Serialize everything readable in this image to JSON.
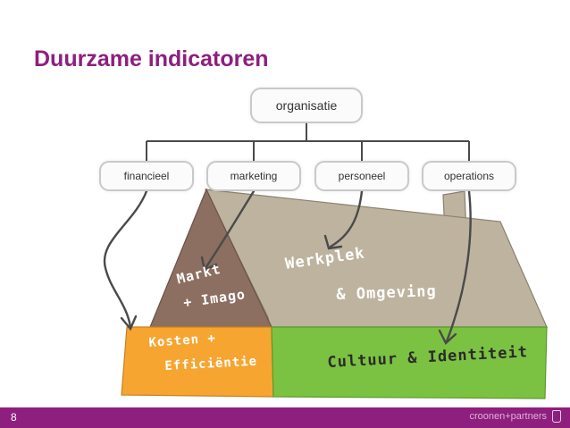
{
  "title": "Duurzame indicatoren",
  "organisation_box": "organisatie",
  "departments": [
    "financieel",
    "marketing",
    "personeel",
    "operations"
  ],
  "house": {
    "markt_line1": "Markt",
    "markt_line2": "+ Imago",
    "werkplek_line1": "Werkplek",
    "werkplek_line2": "& Omgeving",
    "kosten_line1": "Kosten +",
    "kosten_line2": "Efficiëntie",
    "cultuur": "Cultuur & Identiteit"
  },
  "colors": {
    "title": "#8e1f7f",
    "footer": "#8e1f7f",
    "roof_light": "#bdb39f",
    "roof_dark": "#8c6f61",
    "kosten": "#f6a531",
    "cultuur": "#7cc242"
  },
  "footer": {
    "page_number": "8",
    "brand": "croonen+partners"
  }
}
